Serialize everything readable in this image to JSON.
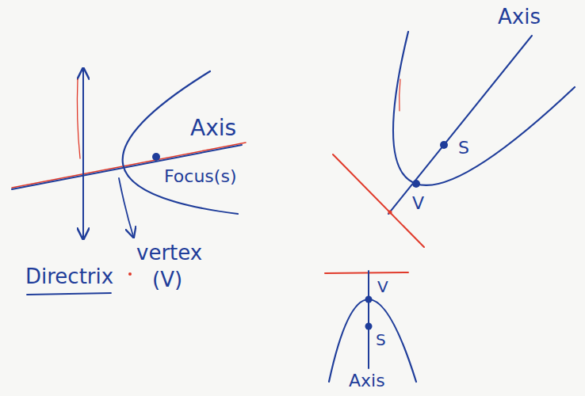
{
  "diagram": {
    "labels": [
      "Axis",
      "Focus(s)",
      "Directrix",
      "vertex",
      "(V)",
      "Axis",
      "S",
      "V",
      "V",
      "S",
      "Axis"
    ]
  }
}
